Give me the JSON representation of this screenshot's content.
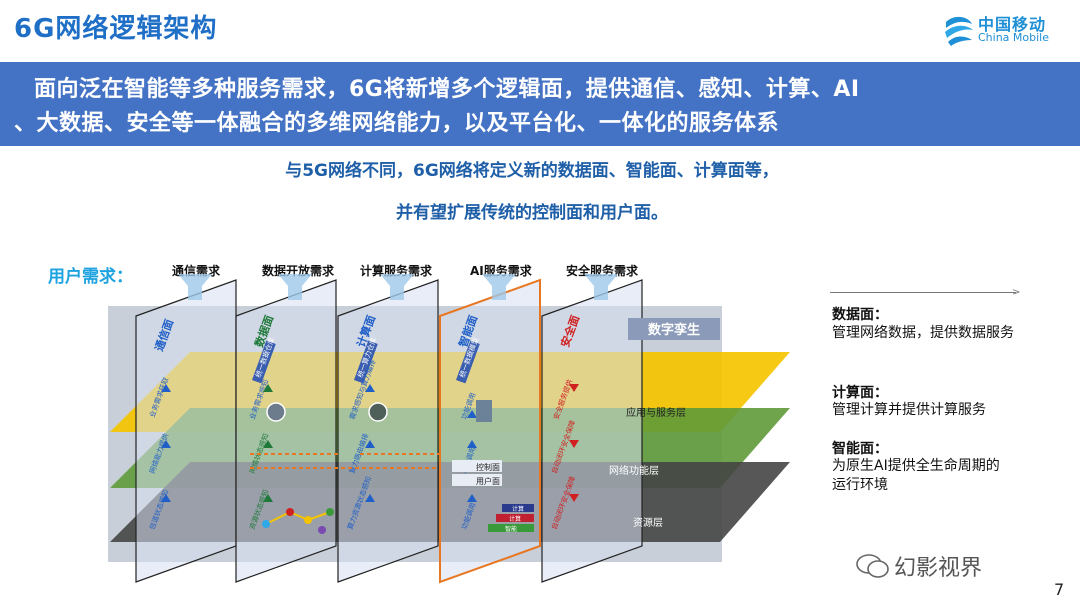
{
  "header": {
    "title": "6G网络逻辑架构",
    "logo_cn": "中国移动",
    "logo_en": "China Mobile"
  },
  "banner": {
    "line1": "面向泛在智能等多种服务需求，6G将新增多个逻辑面，提供通信、感知、计算、AI",
    "line2": "、大数据、安全等一体融合的多维网络能力，以及平台化、一体化的服务体系"
  },
  "subtitle": {
    "line1": "与5G网络不同，6G网络将定义新的数据面、智能面、计算面等，",
    "line2": "并有望扩展传统的控制面和用户面。"
  },
  "diagram": {
    "user_label": "用户需求：",
    "demands": [
      "通信需求",
      "数据开放需求",
      "计算服务需求",
      "AI服务需求",
      "安全服务需求"
    ],
    "planes": [
      "通信面",
      "数据面",
      "计算面",
      "智能面",
      "安全面"
    ],
    "plane_tags": [
      "统一数据仓库",
      "统一算力仓库",
      "统一数据模型"
    ],
    "digital_twin": "数字孪生",
    "layers": [
      "应用与服务层",
      "网络功能层",
      "资源层"
    ],
    "control_plane": "控制面",
    "user_plane": "用户面",
    "legend_small": [
      "计算",
      "计算",
      "智能"
    ],
    "labels_top": [
      "业务需求获取",
      "业务需求感知",
      "需求感知与算力编排",
      "功能调用",
      "安全服务提供"
    ],
    "labels_mid": [
      "网络能力提供",
      "网络状态感知",
      "算力路由编排",
      "功能调用",
      "自动闭环安全保障"
    ],
    "labels_bot": [
      "信道状态感知",
      "资源状态感知",
      "算力资源状态感知",
      "功能调用",
      "自动闭环安全保障"
    ],
    "colors": {
      "yellow": "#f5c400",
      "green": "#5f9a3a",
      "dark": "#454545",
      "cards": "#d6def0",
      "orange_border": "#e87722",
      "tag": "#3a5eb0"
    }
  },
  "side_notes": [
    {
      "head": "数据面：",
      "body": "管理网络数据，提供数据服务"
    },
    {
      "head": "计算面：",
      "body": "管理计算并提供计算服务"
    },
    {
      "head": "智能面：",
      "body": "为原生AI提供全生命周期的运行环境"
    }
  ],
  "watermark": "幻影视界",
  "page_number": "7"
}
